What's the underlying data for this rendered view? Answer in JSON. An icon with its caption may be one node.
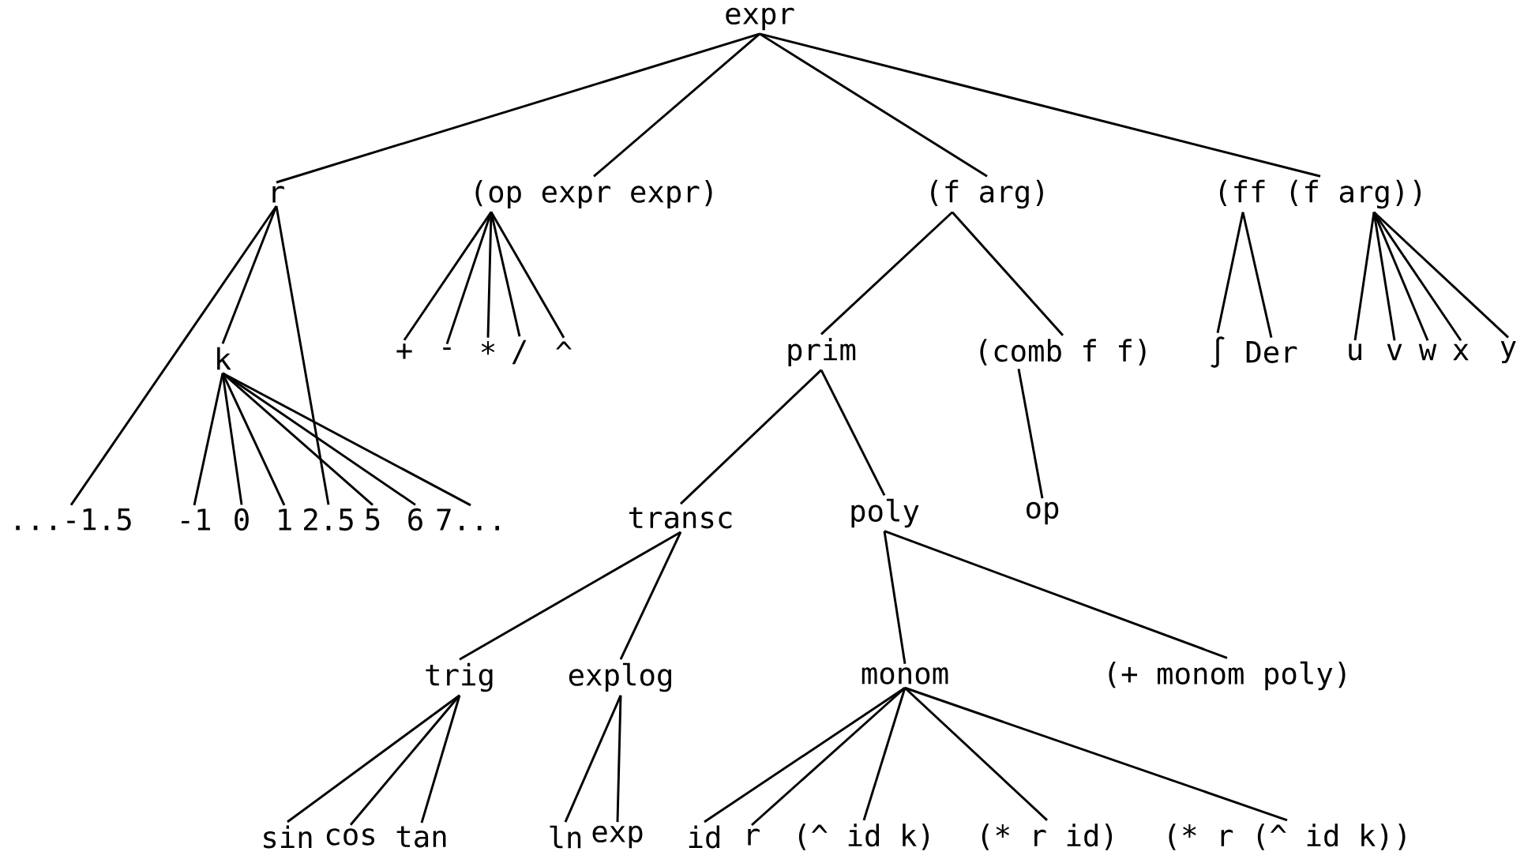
{
  "diagram": {
    "nodes": [
      {
        "text": [
          "expr"
        ]
      },
      {
        "text": [
          "r"
        ]
      },
      {
        "text": [
          "(op expr expr)"
        ]
      },
      {
        "text": [
          "(f arg)"
        ]
      },
      {
        "text": [
          "(ff (f arg))"
        ]
      },
      {
        "text": [
          "k"
        ]
      },
      {
        "text": [
          "+"
        ]
      },
      {
        "text": [
          "-"
        ]
      },
      {
        "text": [
          "*"
        ]
      },
      {
        "text": [
          "/"
        ]
      },
      {
        "text": [
          "^"
        ]
      },
      {
        "text": [
          "prim"
        ]
      },
      {
        "text": [
          "(comb f f)"
        ]
      },
      {
        "text": [
          "∫"
        ]
      },
      {
        "text": [
          "Der"
        ]
      },
      {
        "text": [
          "u"
        ]
      },
      {
        "text": [
          "v"
        ]
      },
      {
        "text": [
          "w"
        ]
      },
      {
        "text": [
          "x"
        ]
      },
      {
        "text": [
          "y"
        ]
      },
      {
        "text": [
          "...-1.5"
        ]
      },
      {
        "text": [
          "-1"
        ]
      },
      {
        "text": [
          "0"
        ]
      },
      {
        "text": [
          "1"
        ]
      },
      {
        "text": [
          "2.5"
        ]
      },
      {
        "text": [
          "5"
        ]
      },
      {
        "text": [
          "6"
        ]
      },
      {
        "text": [
          "7..."
        ]
      },
      {
        "text": [
          "transc"
        ]
      },
      {
        "text": [
          "poly"
        ]
      },
      {
        "text": [
          "op"
        ]
      },
      {
        "text": [
          "trig"
        ]
      },
      {
        "text": [
          "explog"
        ]
      },
      {
        "text": [
          "monom"
        ]
      },
      {
        "text": [
          "(+ monom poly)"
        ]
      },
      {
        "text": [
          "sin"
        ]
      },
      {
        "text": [
          "cos"
        ]
      },
      {
        "text": [
          "tan"
        ]
      },
      {
        "text": [
          "ln"
        ]
      },
      {
        "text": [
          "exp"
        ]
      },
      {
        "text": [
          "id"
        ]
      },
      {
        "text": [
          "r"
        ]
      },
      {
        "text": [
          "(^ id k)"
        ]
      },
      {
        "text": [
          "(* r id)"
        ]
      },
      {
        "text": [
          "(* r (^ id k))"
        ]
      }
    ],
    "edges": [
      {
        "from": 0,
        "to": 1,
        "arrow": "none"
      },
      {
        "from": 0,
        "to": 2,
        "arrow": "none"
      },
      {
        "from": 0,
        "to": 3,
        "arrow": "none"
      },
      {
        "from": 0,
        "to": 4,
        "arrow": "none"
      },
      {
        "from": 1,
        "to": 20,
        "arrow": "none"
      },
      {
        "from": 1,
        "to": 5,
        "arrow": "none"
      },
      {
        "from": 1,
        "to": 24,
        "arrow": "none"
      },
      {
        "from": 2,
        "to": 6,
        "arrow": "none"
      },
      {
        "from": 2,
        "to": 7,
        "arrow": "none"
      },
      {
        "from": 2,
        "to": 8,
        "arrow": "none"
      },
      {
        "from": 2,
        "to": 9,
        "arrow": "none"
      },
      {
        "from": 2,
        "to": 10,
        "arrow": "none"
      },
      {
        "from": 3,
        "to": 11,
        "arrow": "none"
      },
      {
        "from": 3,
        "to": 12,
        "arrow": "none"
      },
      {
        "from": 4,
        "to": 13,
        "arrow": "none"
      },
      {
        "from": 4,
        "to": 14,
        "arrow": "none"
      },
      {
        "from": 4,
        "to": 15,
        "arrow": "none"
      },
      {
        "from": 4,
        "to": 16,
        "arrow": "none"
      },
      {
        "from": 4,
        "to": 17,
        "arrow": "none"
      },
      {
        "from": 4,
        "to": 18,
        "arrow": "none"
      },
      {
        "from": 4,
        "to": 19,
        "arrow": "none"
      },
      {
        "from": 5,
        "to": 21,
        "arrow": "none"
      },
      {
        "from": 5,
        "to": 22,
        "arrow": "none"
      },
      {
        "from": 5,
        "to": 23,
        "arrow": "none"
      },
      {
        "from": 5,
        "to": 25,
        "arrow": "none"
      },
      {
        "from": 5,
        "to": 26,
        "arrow": "none"
      },
      {
        "from": 5,
        "to": 27,
        "arrow": "none"
      },
      {
        "from": 11,
        "to": 28,
        "arrow": "none"
      },
      {
        "from": 11,
        "to": 29,
        "arrow": "none"
      },
      {
        "from": 12,
        "to": 30,
        "arrow": "none"
      },
      {
        "from": 28,
        "to": 31,
        "arrow": "none"
      },
      {
        "from": 28,
        "to": 32,
        "arrow": "none"
      },
      {
        "from": 29,
        "to": 33,
        "arrow": "none"
      },
      {
        "from": 29,
        "to": 34,
        "arrow": "none"
      },
      {
        "from": 31,
        "to": 35,
        "arrow": "none"
      },
      {
        "from": 31,
        "to": 36,
        "arrow": "none"
      },
      {
        "from": 31,
        "to": 37,
        "arrow": "none"
      },
      {
        "from": 32,
        "to": 38,
        "arrow": "none"
      },
      {
        "from": 32,
        "to": 39,
        "arrow": "none"
      },
      {
        "from": 33,
        "to": 40,
        "arrow": "none"
      },
      {
        "from": 33,
        "to": 41,
        "arrow": "none"
      },
      {
        "from": 33,
        "to": 42,
        "arrow": "none"
      },
      {
        "from": 33,
        "to": 43,
        "arrow": "none"
      },
      {
        "from": 33,
        "to": 44,
        "arrow": "none"
      }
    ]
  }
}
